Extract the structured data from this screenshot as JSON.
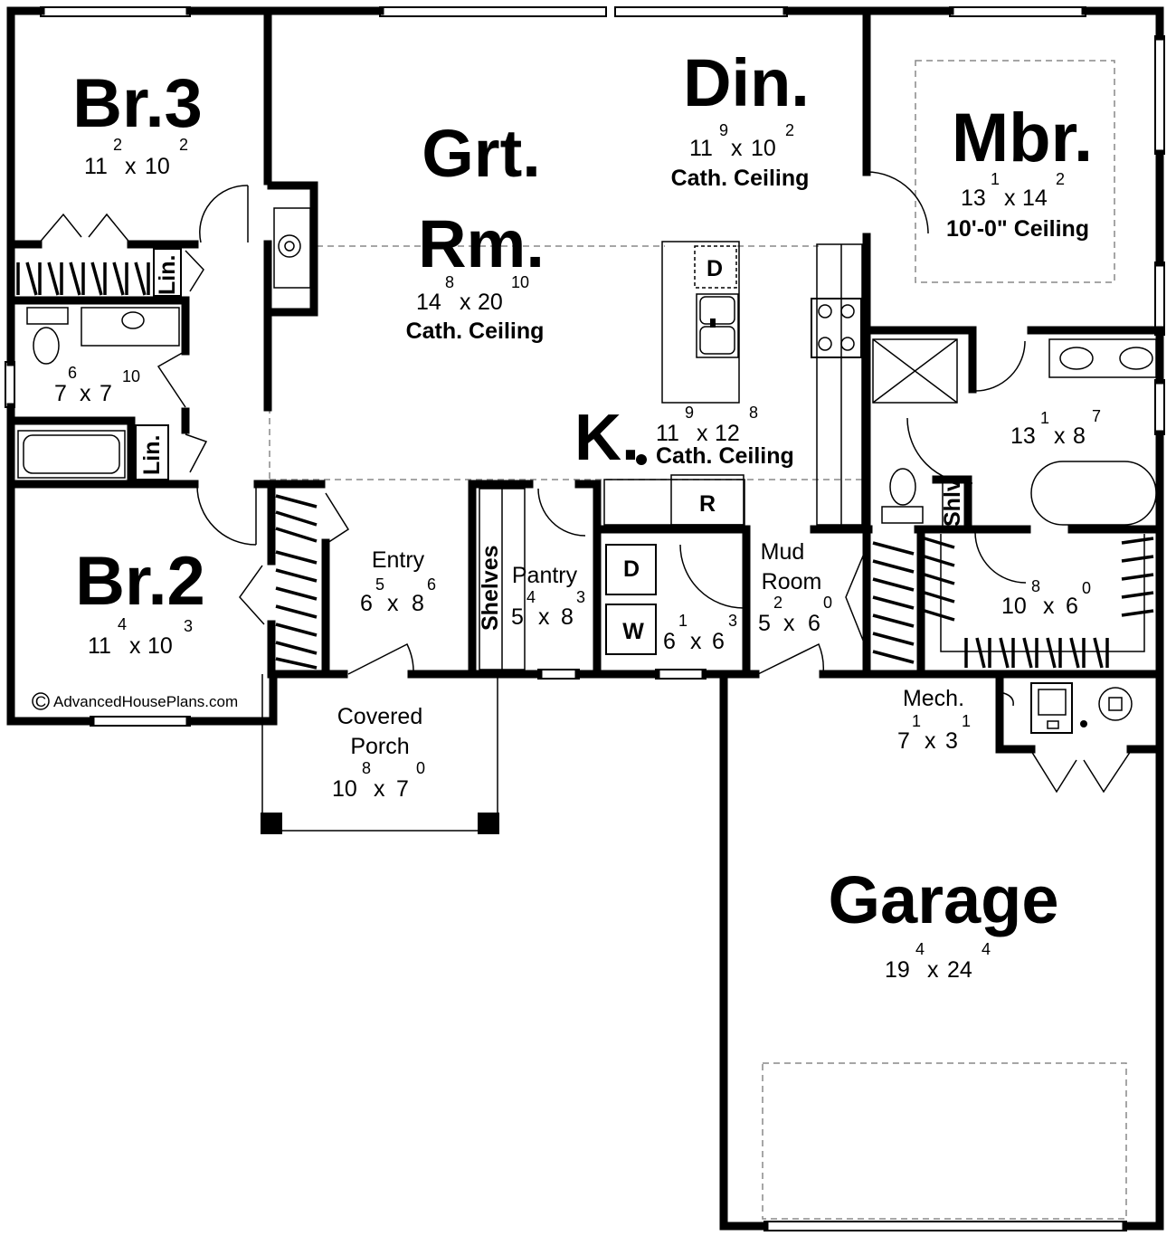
{
  "rooms": {
    "br3": {
      "name": "Br.3",
      "w": "11",
      "w_in": "2",
      "d": "10",
      "d_in": "2"
    },
    "grt": {
      "name1": "Grt.",
      "name2": "Rm.",
      "w": "14",
      "w_in": "8",
      "d": "20",
      "d_in": "10",
      "note": "Cath. Ceiling"
    },
    "din": {
      "name": "Din.",
      "w": "11",
      "w_in": "9",
      "d": "10",
      "d_in": "2",
      "note": "Cath. Ceiling"
    },
    "mbr": {
      "name": "Mbr.",
      "w": "13",
      "w_in": "1",
      "d": "14",
      "d_in": "2",
      "note": "10'-0\" Ceiling"
    },
    "bath2": {
      "w": "7",
      "w_in": "6",
      "d": "7",
      "d_in": "10"
    },
    "kitchen": {
      "name": "K.",
      "w": "11",
      "w_in": "9",
      "d": "12",
      "d_in": "8",
      "note": "Cath. Ceiling"
    },
    "mbath": {
      "w": "13",
      "w_in": "1",
      "d": "8",
      "d_in": "7"
    },
    "br2": {
      "name": "Br.2",
      "w": "11",
      "w_in": "4",
      "d": "10",
      "d_in": "3"
    },
    "entry": {
      "name": "Entry",
      "w": "6",
      "w_in": "5",
      "d": "8",
      "d_in": "6"
    },
    "pantry": {
      "name": "Pantry",
      "w": "5",
      "w_in": "4",
      "d": "8",
      "d_in": "3"
    },
    "laundry": {
      "w": "6",
      "w_in": "1",
      "d": "6",
      "d_in": "3"
    },
    "mud": {
      "name1": "Mud",
      "name2": "Room",
      "w": "5",
      "w_in": "2",
      "d": "6",
      "d_in": "0"
    },
    "wic": {
      "w": "10",
      "w_in": "8",
      "d": "6",
      "d_in": "0"
    },
    "mech": {
      "name": "Mech.",
      "w": "7",
      "w_in": "1",
      "d": "3",
      "d_in": "1"
    },
    "porch": {
      "name1": "Covered",
      "name2": "Porch",
      "w": "10",
      "w_in": "8",
      "d": "7",
      "d_in": "0"
    },
    "garage": {
      "name": "Garage",
      "w": "19",
      "w_in": "4",
      "d": "24",
      "d_in": "4"
    }
  },
  "fixtures": {
    "lin": "Lin.",
    "shelves": "Shelves",
    "shlv": "Shlv",
    "dishwasher": "D",
    "refrigerator": "R",
    "dryer": "D",
    "washer": "W"
  },
  "copyright": {
    "symbol": "C",
    "text": "AdvancedHousePlans.com"
  },
  "colors": {
    "wall": "#000000",
    "background": "#ffffff",
    "dashed": "#888888"
  }
}
